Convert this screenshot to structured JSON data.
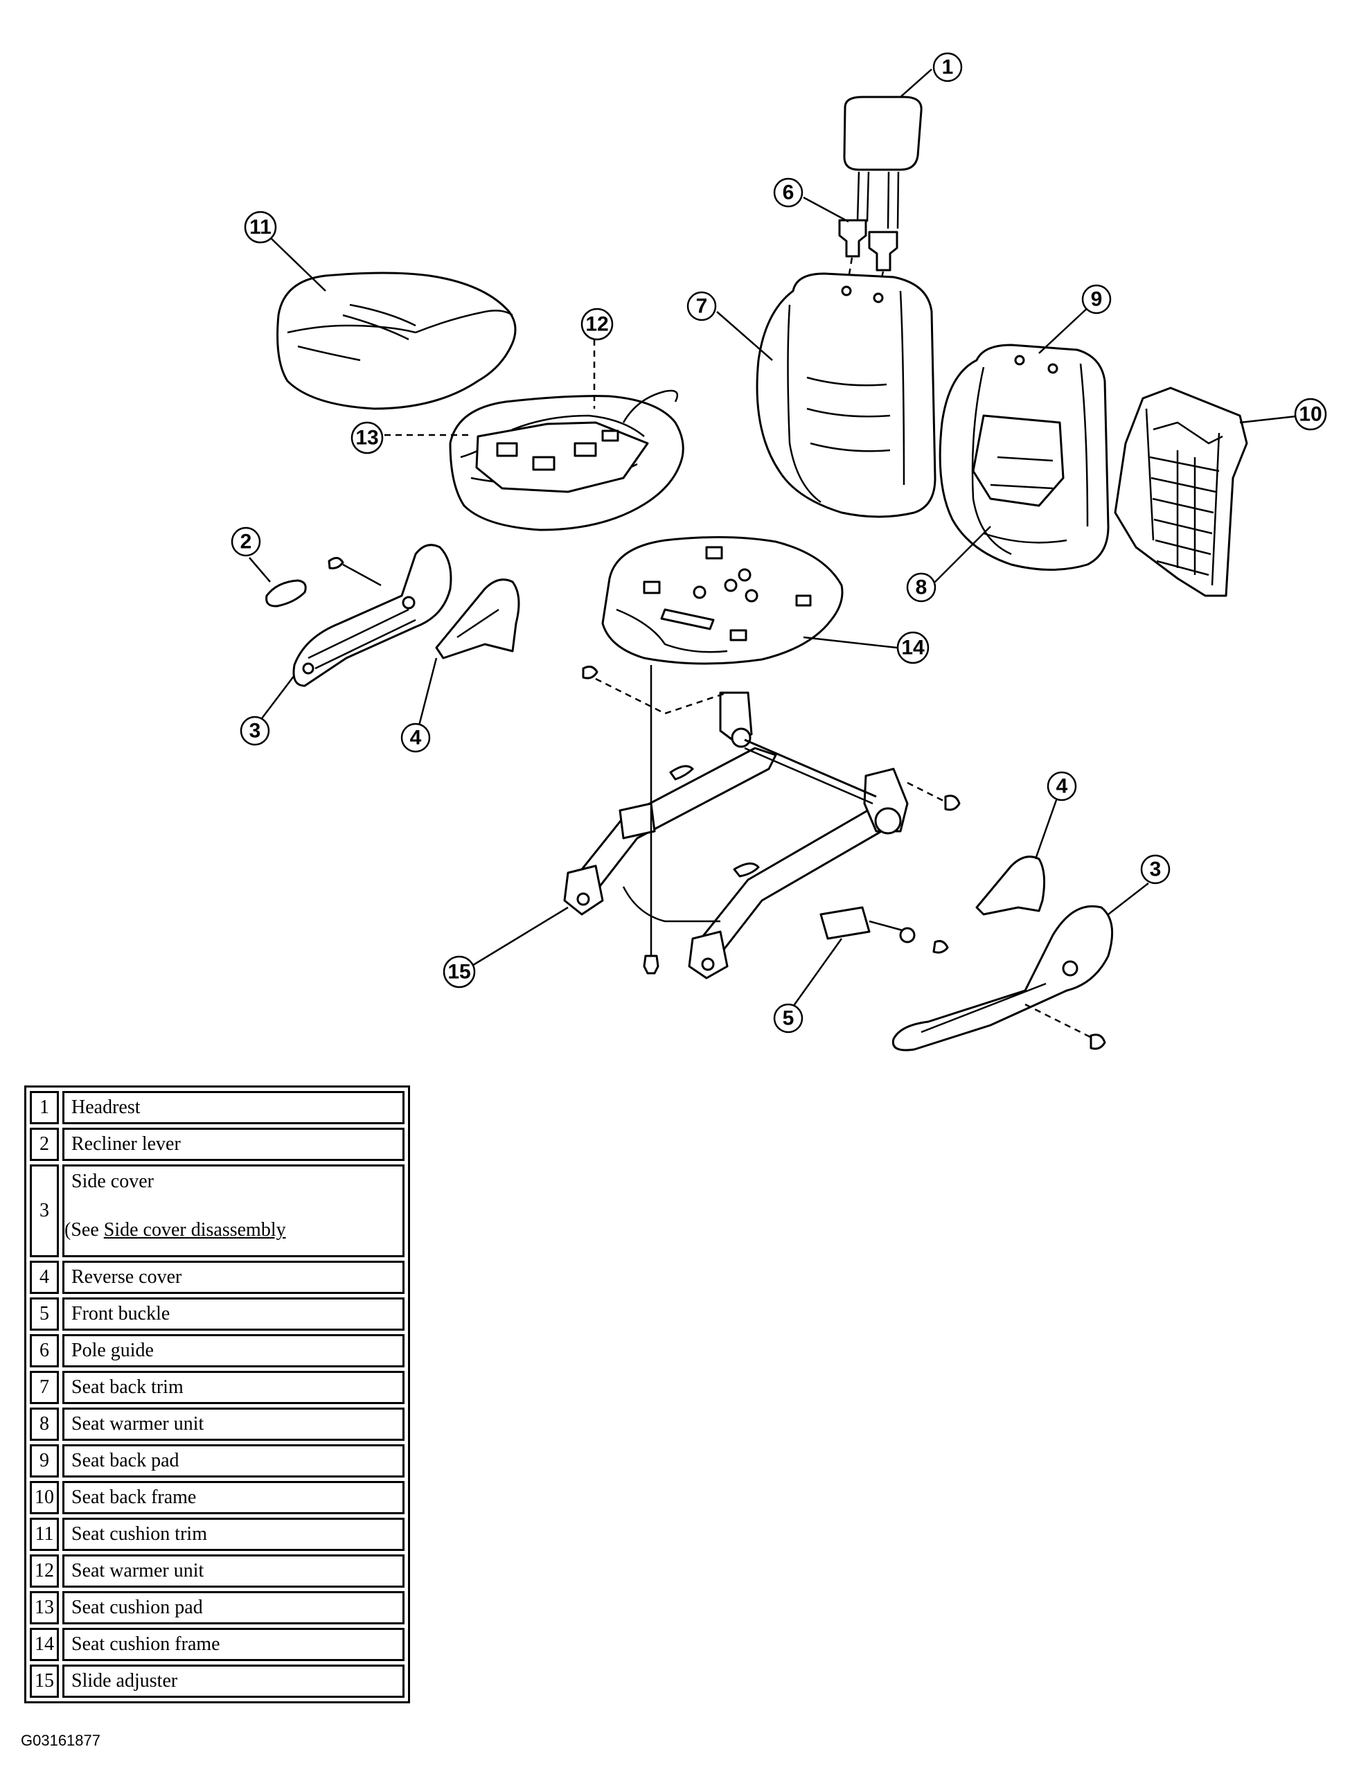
{
  "callouts": [
    "1",
    "2",
    "3",
    "4",
    "5",
    "6",
    "7",
    "8",
    "9",
    "10",
    "11",
    "12",
    "13",
    "3",
    "4",
    "15",
    "14"
  ],
  "parts": [
    {
      "num": "1",
      "name": "Headrest"
    },
    {
      "num": "2",
      "name": "Recliner lever"
    },
    {
      "num": "3",
      "name": "Side cover",
      "see_prefix": "(See ",
      "see_link": "Side cover disassembly"
    },
    {
      "num": "4",
      "name": "Reverse cover"
    },
    {
      "num": "5",
      "name": "Front buckle"
    },
    {
      "num": "6",
      "name": "Pole guide"
    },
    {
      "num": "7",
      "name": "Seat back trim"
    },
    {
      "num": "8",
      "name": "Seat warmer unit"
    },
    {
      "num": "9",
      "name": "Seat back pad"
    },
    {
      "num": "10",
      "name": "Seat back frame"
    },
    {
      "num": "11",
      "name": "Seat cushion trim"
    },
    {
      "num": "12",
      "name": "Seat warmer unit"
    },
    {
      "num": "13",
      "name": "Seat cushion pad"
    },
    {
      "num": "14",
      "name": "Seat cushion frame"
    },
    {
      "num": "15",
      "name": "Slide adjuster"
    }
  ],
  "figure_id": "G03161877"
}
